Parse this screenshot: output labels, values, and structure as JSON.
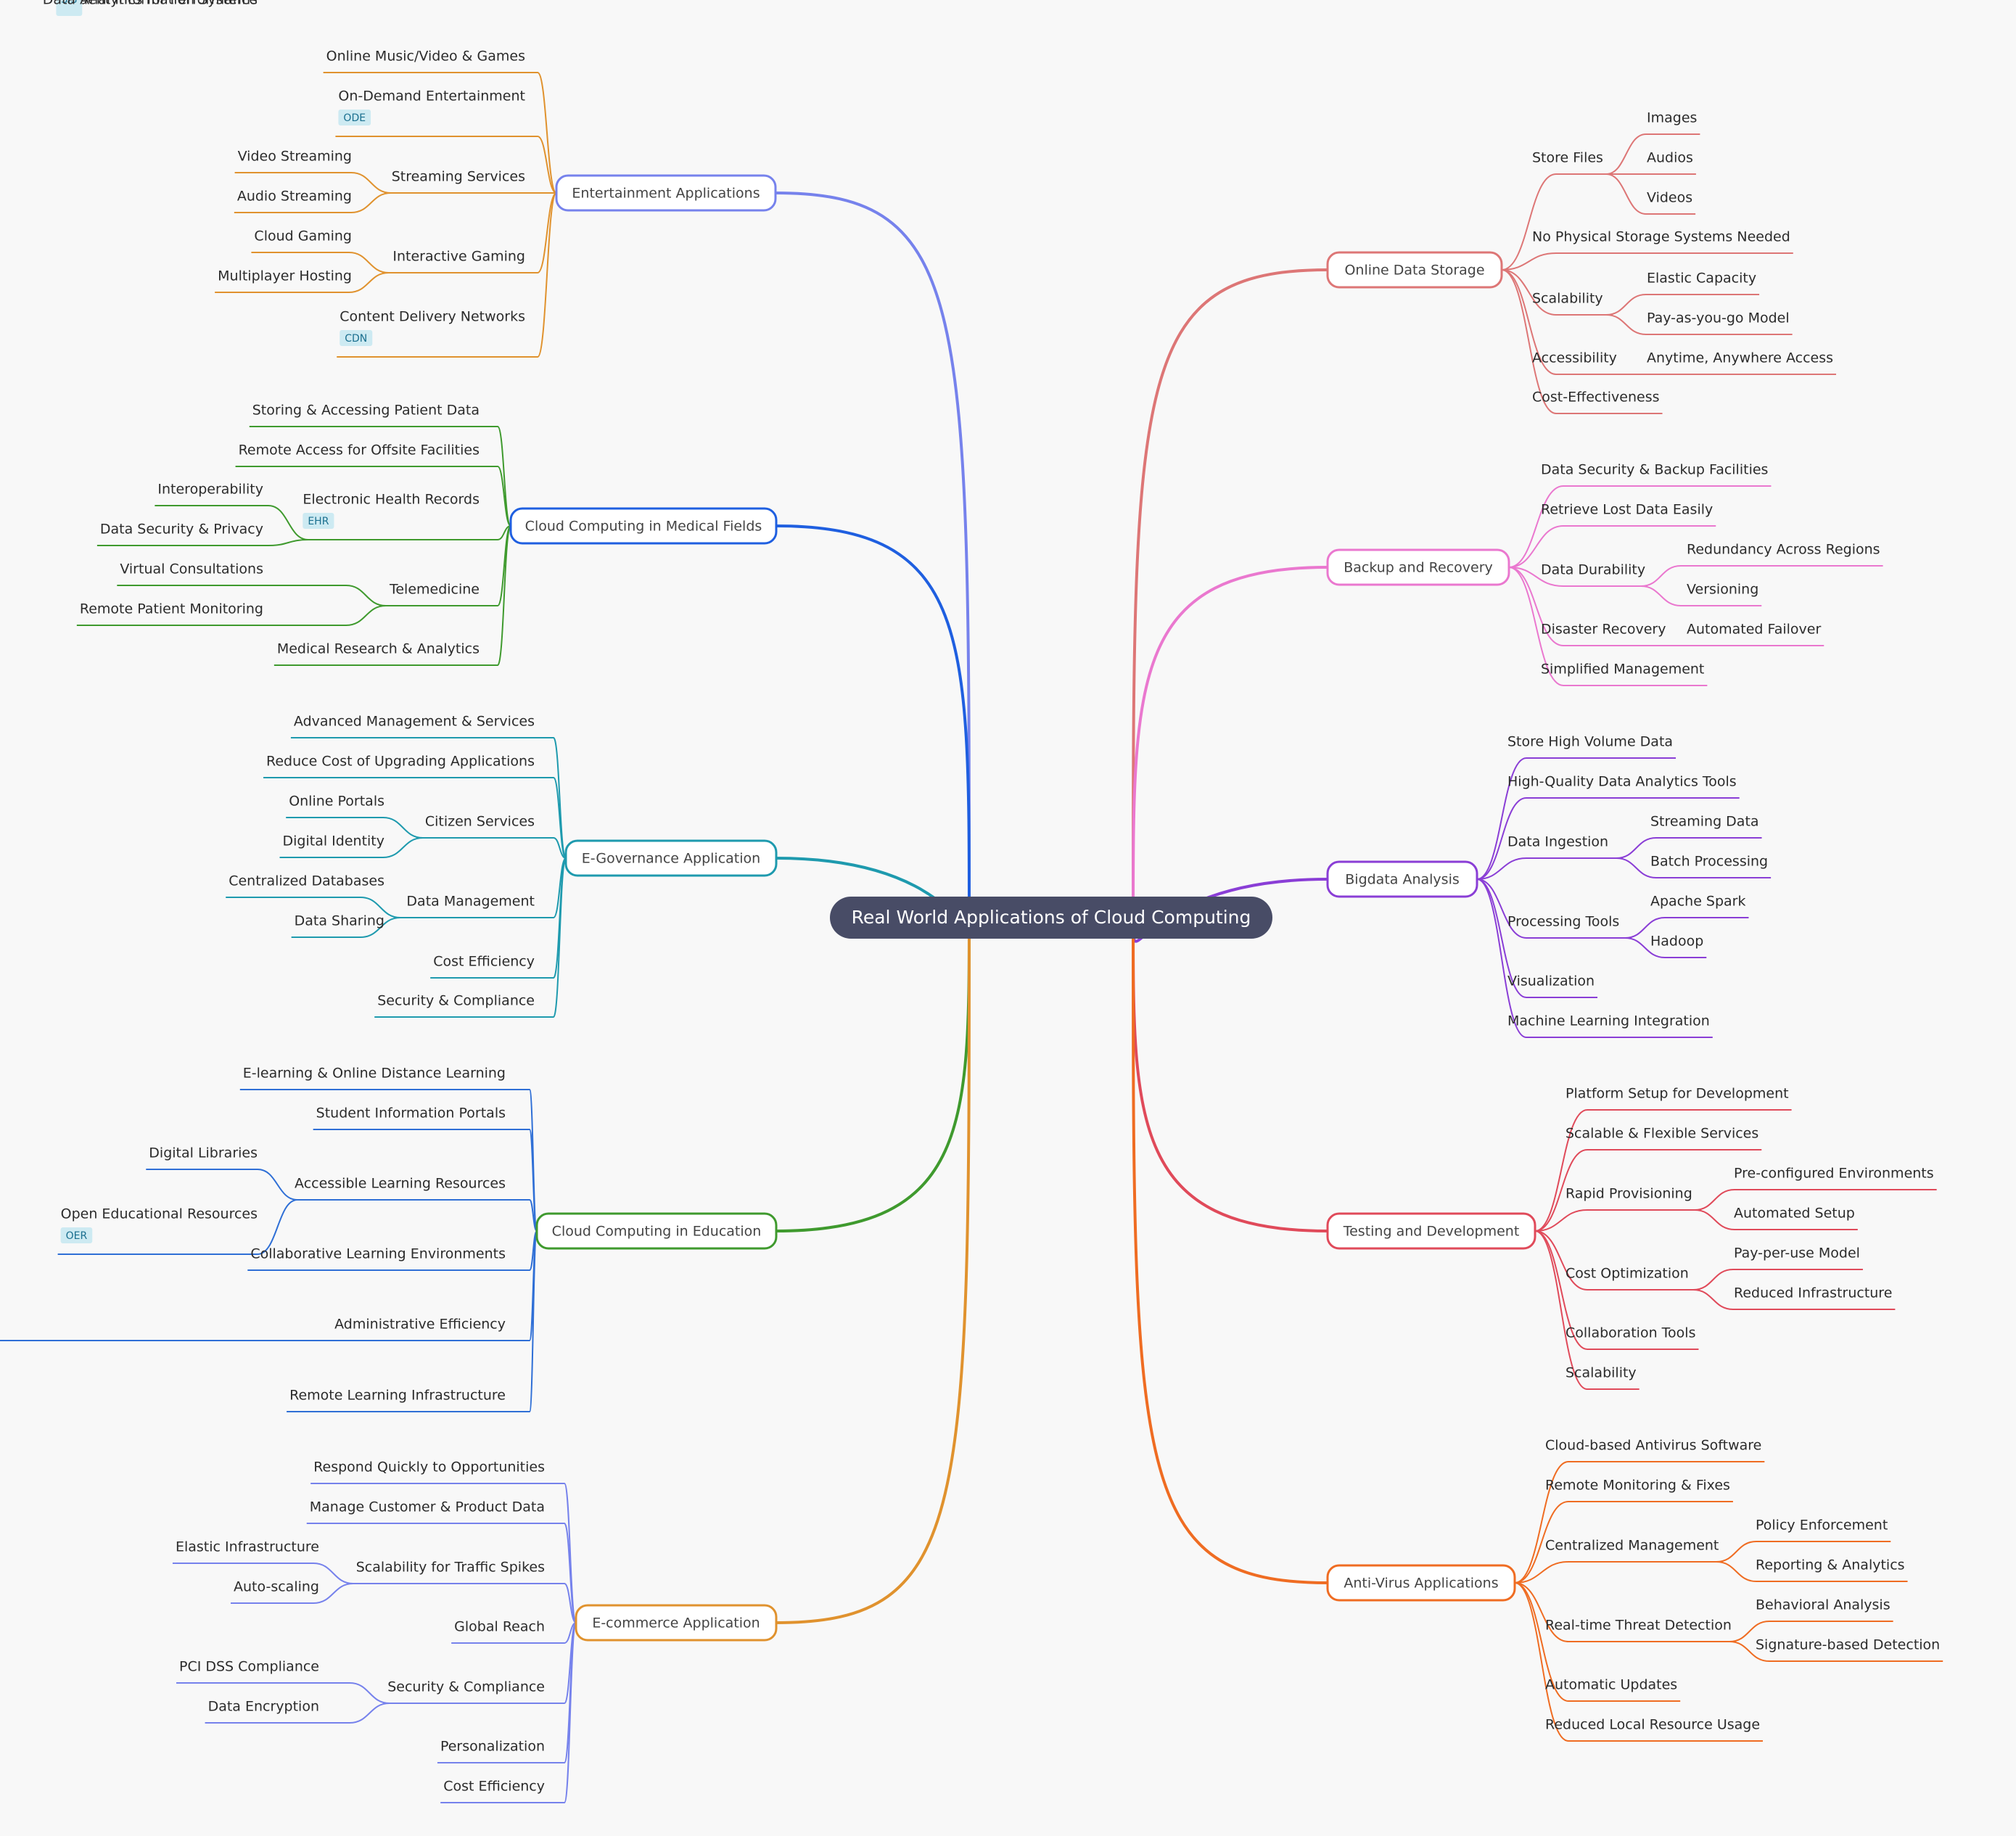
{
  "root": {
    "label": "Real World Applications of Cloud Computing",
    "color": "#484c66"
  },
  "branches": [
    {
      "side": "right",
      "label": "Online Data Storage",
      "color": "#dd7676",
      "children": [
        {
          "label": "Store Files",
          "children": [
            {
              "label": "Images"
            },
            {
              "label": "Audios"
            },
            {
              "label": "Videos"
            }
          ]
        },
        {
          "label": "No Physical Storage Systems Needed"
        },
        {
          "label": "Scalability",
          "children": [
            {
              "label": "Elastic Capacity"
            },
            {
              "label": "Pay-as-you-go Model"
            }
          ]
        },
        {
          "label": "Accessibility",
          "children": [
            {
              "label": "Anytime, Anywhere Access"
            }
          ]
        },
        {
          "label": "Cost-Effectiveness"
        }
      ]
    },
    {
      "side": "right",
      "label": "Backup and Recovery",
      "color": "#ea78cf",
      "children": [
        {
          "label": "Data Security & Backup Facilities"
        },
        {
          "label": "Retrieve Lost Data Easily"
        },
        {
          "label": "Data Durability",
          "children": [
            {
              "label": "Redundancy Across Regions"
            },
            {
              "label": "Versioning"
            }
          ]
        },
        {
          "label": "Disaster Recovery",
          "children": [
            {
              "label": "Automated Failover"
            }
          ]
        },
        {
          "label": "Simplified Management"
        }
      ]
    },
    {
      "side": "right",
      "label": "Bigdata Analysis",
      "color": "#8a3ed6",
      "children": [
        {
          "label": "Store High Volume Data"
        },
        {
          "label": "High-Quality Data Analytics Tools"
        },
        {
          "label": "Data Ingestion",
          "children": [
            {
              "label": "Streaming Data"
            },
            {
              "label": "Batch Processing"
            }
          ]
        },
        {
          "label": "Processing Tools",
          "children": [
            {
              "label": "Apache Spark"
            },
            {
              "label": "Hadoop"
            }
          ]
        },
        {
          "label": "Visualization"
        },
        {
          "label": "Machine Learning Integration"
        }
      ]
    },
    {
      "side": "right",
      "label": "Testing and Development",
      "color": "#e04a5a",
      "children": [
        {
          "label": "Platform Setup for Development"
        },
        {
          "label": "Scalable & Flexible Services"
        },
        {
          "label": "Rapid Provisioning",
          "children": [
            {
              "label": "Pre-configured Environments"
            },
            {
              "label": "Automated Setup"
            }
          ]
        },
        {
          "label": "Cost Optimization",
          "children": [
            {
              "label": "Pay-per-use Model"
            },
            {
              "label": "Reduced Infrastructure"
            }
          ]
        },
        {
          "label": "Collaboration Tools"
        },
        {
          "label": "Scalability"
        }
      ]
    },
    {
      "side": "right",
      "label": "Anti-Virus Applications",
      "color": "#ef6c22",
      "children": [
        {
          "label": "Cloud-based Antivirus Software"
        },
        {
          "label": "Remote Monitoring & Fixes"
        },
        {
          "label": "Centralized Management",
          "children": [
            {
              "label": "Policy Enforcement"
            },
            {
              "label": "Reporting & Analytics"
            }
          ]
        },
        {
          "label": "Real-time Threat Detection",
          "children": [
            {
              "label": "Behavioral Analysis"
            },
            {
              "label": "Signature-based Detection"
            }
          ]
        },
        {
          "label": "Automatic Updates"
        },
        {
          "label": "Reduced Local Resource Usage"
        }
      ]
    },
    {
      "side": "left",
      "label": "Entertainment Applications",
      "color": "#7682ec",
      "leafColor": "#e0922e",
      "children": [
        {
          "label": "Online Music/Video & Games"
        },
        {
          "label": "On-Demand Entertainment",
          "tag": "ODE"
        },
        {
          "label": "Streaming Services",
          "children": [
            {
              "label": "Video Streaming"
            },
            {
              "label": "Audio Streaming"
            }
          ]
        },
        {
          "label": "Interactive Gaming",
          "children": [
            {
              "label": "Cloud Gaming"
            },
            {
              "label": "Multiplayer Hosting"
            }
          ]
        },
        {
          "label": "Content Delivery Networks",
          "tag": "CDN"
        }
      ]
    },
    {
      "side": "left",
      "label": "Cloud Computing in Medical Fields",
      "color": "#1f5fe0",
      "leafColor": "#3f9a2e",
      "children": [
        {
          "label": "Storing & Accessing Patient Data"
        },
        {
          "label": "Remote Access for Offsite Facilities"
        },
        {
          "label": "Electronic Health Records",
          "tag": "EHR",
          "children": [
            {
              "label": "Interoperability"
            },
            {
              "label": "Data Security & Privacy"
            }
          ]
        },
        {
          "label": "Telemedicine",
          "children": [
            {
              "label": "Virtual Consultations"
            },
            {
              "label": "Remote Patient Monitoring"
            }
          ]
        },
        {
          "label": "Medical Research & Analytics"
        }
      ]
    },
    {
      "side": "left",
      "label": "E-Governance Application",
      "color": "#1e9aae",
      "leafColor": "#1e9aae",
      "children": [
        {
          "label": "Advanced Management & Services"
        },
        {
          "label": "Reduce Cost of Upgrading Applications"
        },
        {
          "label": "Citizen Services",
          "children": [
            {
              "label": "Online Portals"
            },
            {
              "label": "Digital Identity"
            }
          ]
        },
        {
          "label": "Data Management",
          "children": [
            {
              "label": "Centralized Databases"
            },
            {
              "label": "Data Sharing"
            }
          ]
        },
        {
          "label": "Cost Efficiency"
        },
        {
          "label": "Security & Compliance"
        }
      ]
    },
    {
      "side": "left",
      "label": "Cloud Computing in Education",
      "color": "#3f9a2e",
      "leafColor": "#2f6fd6",
      "children": [
        {
          "label": "E-learning & Online Distance Learning"
        },
        {
          "label": "Student Information Portals"
        },
        {
          "label": "Accessible Learning Resources",
          "children": [
            {
              "label": "Digital Libraries"
            },
            {
              "label": "Open Educational Resources",
              "tag": "OER"
            }
          ]
        },
        {
          "label": "Collaborative Learning Environments"
        },
        {
          "label": "Administrative Efficiency",
          "children": [
            {
              "label": "Student Information Systems",
              "tag": "SIS"
            },
            {
              "label": "Data Analytics for Performance"
            }
          ]
        },
        {
          "label": "Remote Learning Infrastructure"
        }
      ]
    },
    {
      "side": "left",
      "label": "E-commerce Application",
      "color": "#e0922e",
      "leafColor": "#7682ec",
      "children": [
        {
          "label": "Respond Quickly to Opportunities"
        },
        {
          "label": "Manage Customer & Product Data"
        },
        {
          "label": "Scalability for Traffic Spikes",
          "children": [
            {
              "label": "Elastic Infrastructure"
            },
            {
              "label": "Auto-scaling"
            }
          ]
        },
        {
          "label": "Global Reach"
        },
        {
          "label": "Security & Compliance",
          "children": [
            {
              "label": "PCI DSS Compliance"
            },
            {
              "label": "Data Encryption"
            }
          ]
        },
        {
          "label": "Personalization"
        },
        {
          "label": "Cost Efficiency"
        }
      ]
    }
  ]
}
